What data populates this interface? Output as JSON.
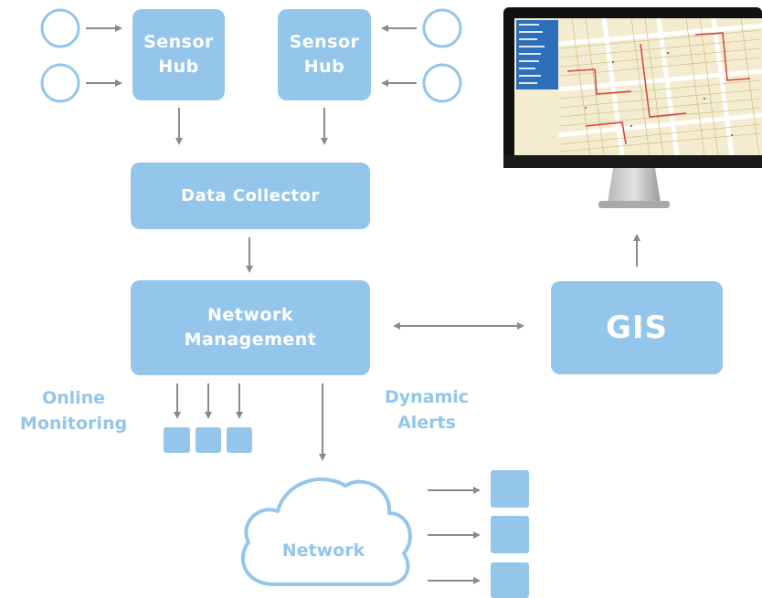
{
  "nodes": {
    "sensor_hub_left": [
      "Sensor",
      "Hub"
    ],
    "sensor_hub_right": [
      "Sensor",
      "Hub"
    ],
    "data_collector": "Data Collector",
    "network_management": [
      "Network",
      "Management"
    ],
    "gis": "GIS",
    "network": "Network"
  },
  "labels": {
    "online_monitoring": [
      "Online",
      "Monitoring"
    ],
    "dynamic_alerts": [
      "Dynamic",
      "Alerts"
    ]
  },
  "colors": {
    "accent": "#93c6ea",
    "arrow": "#8a8a8a"
  }
}
